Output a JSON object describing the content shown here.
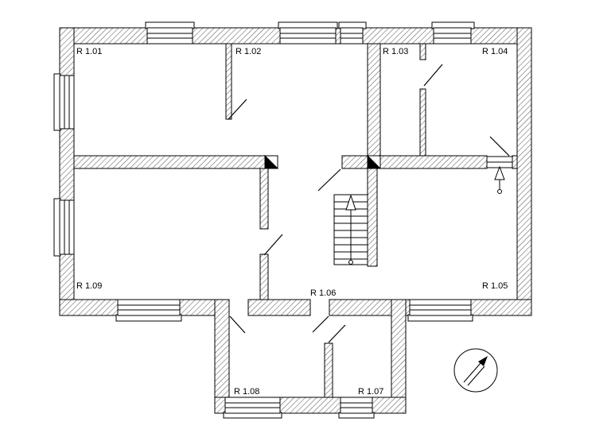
{
  "drawing": {
    "kind": "architectural floor plan",
    "rooms": [
      {
        "label": "R 1.01"
      },
      {
        "label": "R 1.02"
      },
      {
        "label": "R 1.03"
      },
      {
        "label": "R 1.04"
      },
      {
        "label": "R 1.05"
      },
      {
        "label": "R 1.06"
      },
      {
        "label": "R 1.07"
      },
      {
        "label": "R 1.08"
      },
      {
        "label": "R 1.09"
      }
    ],
    "symbols": {
      "north_arrow": "compass needle pointing north-east inside circle",
      "stair_arrow": "up direction arrow on staircase",
      "entrance_arrow": "entrance direction arrow through wall opening",
      "shaft_marker": "half-filled square duct/shaft symbol"
    },
    "colors": {
      "line": "#000000",
      "background": "#ffffff",
      "hatch": "#3c3c3c"
    }
  }
}
